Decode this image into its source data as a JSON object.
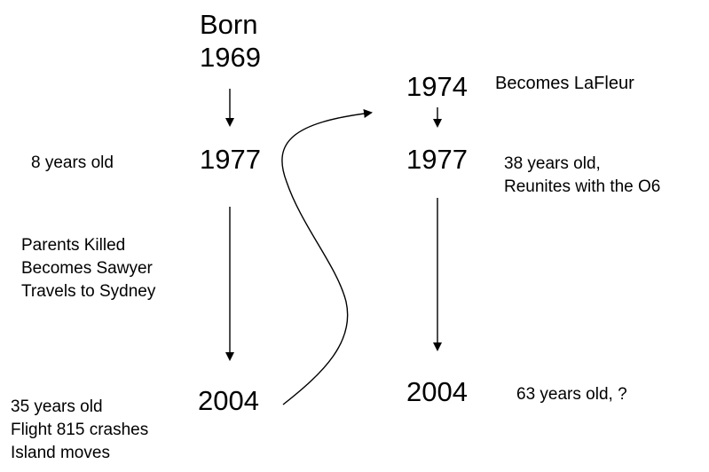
{
  "left_timeline": {
    "start": [
      "Born",
      "1969"
    ],
    "mid_year": "1977",
    "mid_note": "8 years old",
    "events": [
      "Parents Killed",
      "Becomes Sawyer",
      "Travels to Sydney"
    ],
    "end_year": "2004",
    "end_notes": [
      "35 years old",
      "Flight 815 crashes",
      "Island moves"
    ]
  },
  "right_timeline": {
    "start_year": "1974",
    "start_note": "Becomes LaFleur",
    "mid_year": "1977",
    "mid_notes": [
      "38 years old,",
      "Reunites with the O6"
    ],
    "end_year": "2004",
    "end_note": "63 years old, ?"
  }
}
